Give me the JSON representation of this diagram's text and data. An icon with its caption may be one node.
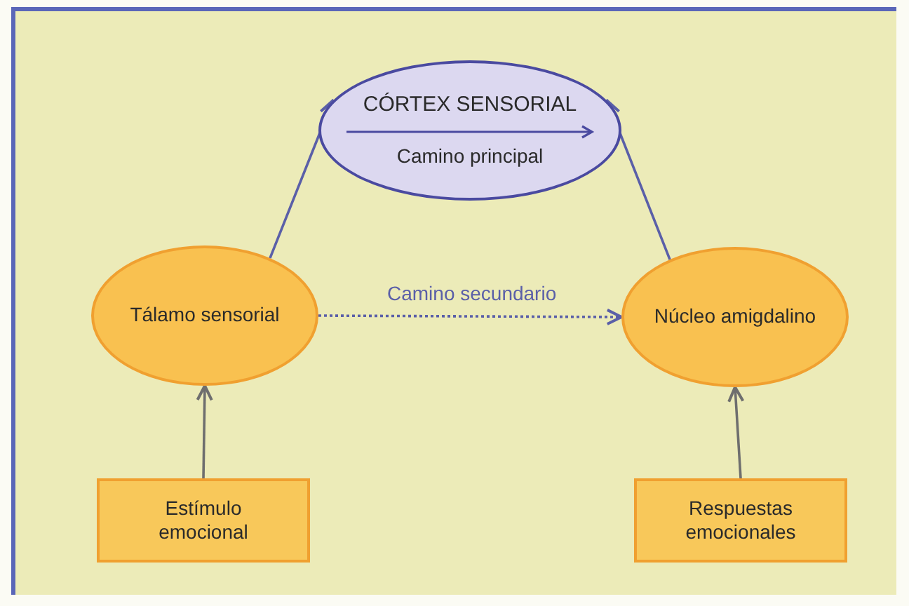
{
  "diagram": {
    "nodes": [
      {
        "text": [
          "CÓRTEX SENSORIAL",
          "Camino principal"
        ]
      },
      {
        "text": [
          "Tálamo sensorial"
        ]
      },
      {
        "text": [
          "Núcleo amigdalino"
        ]
      },
      {
        "text": [
          "Estímulo emocional"
        ]
      },
      {
        "text": [
          "Respuestas emocionales"
        ]
      }
    ],
    "edges": [
      {
        "from": 1,
        "to": 0,
        "arrow": "to"
      },
      {
        "from": 2,
        "to": 0,
        "arrow": "to"
      },
      {
        "from": 1,
        "to": 2,
        "arrow": "to",
        "label": "Camino secundario",
        "style": "dashed"
      },
      {
        "from": 3,
        "to": 1,
        "arrow": "to",
        "color": "#6e6e6e"
      },
      {
        "from": 4,
        "to": 2,
        "arrow": "to",
        "color": "#6e6e6e"
      }
    ]
  }
}
